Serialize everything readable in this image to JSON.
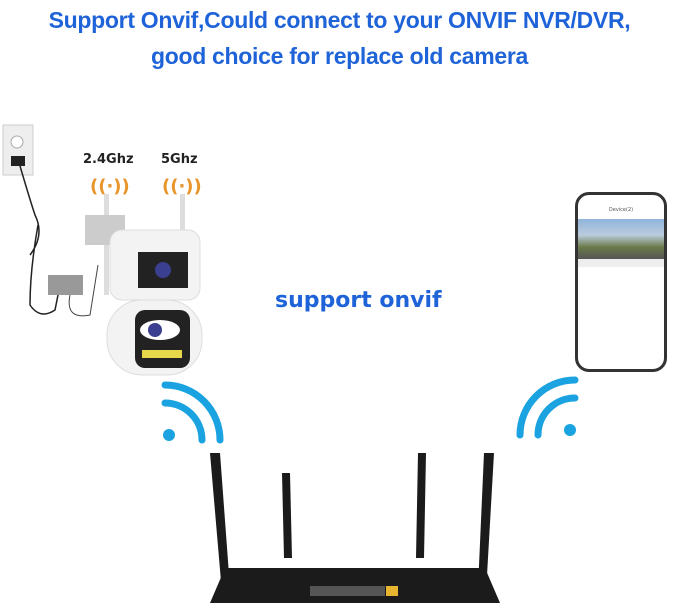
{
  "headline": {
    "line1": "Support Onvif,Could connect to your ONVIF NVR/DVR,",
    "line2": "good choice for replace old camera"
  },
  "center_label": "support onvif",
  "camera": {
    "band_left": "2.4Ghz",
    "band_right": "5Ghz"
  },
  "phone": {
    "screen_title": "Device(2)"
  },
  "colors": {
    "headline": "#1f63d8",
    "wifi": "#1aa3e0",
    "signal": "#e8952a",
    "router": "#1b1b1b"
  }
}
